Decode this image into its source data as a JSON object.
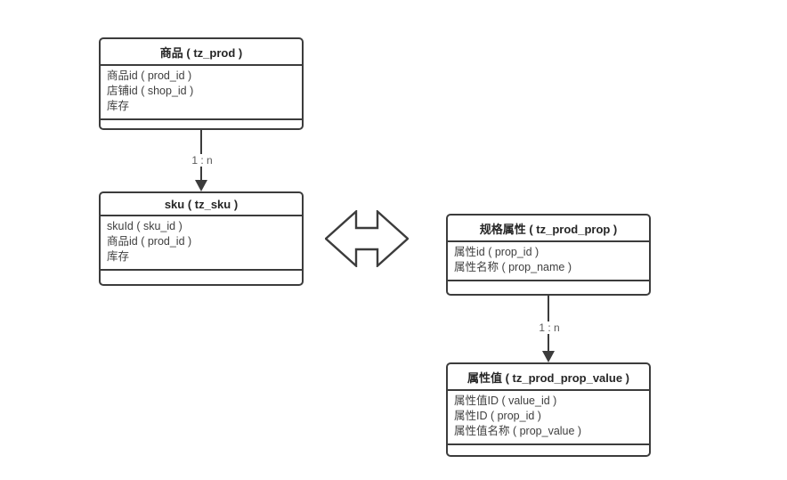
{
  "diagram": {
    "type": "entity-relationship",
    "background": "#ffffff",
    "colors": {
      "box_border": "#3c3c3c",
      "title_text": "#262626",
      "field_text": "#3f3f3f",
      "relation_label_text": "#595959",
      "arrow_fill": "#ffffff"
    }
  },
  "entities": [
    {
      "id": "prod",
      "title": "商品 ( tz_prod )",
      "fields": [
        "商品id ( prod_id )",
        "店铺id ( shop_id )",
        "库存"
      ]
    },
    {
      "id": "sku",
      "title": "sku ( tz_sku )",
      "fields": [
        "skuId ( sku_id )",
        "商品id ( prod_id )",
        "库存"
      ]
    },
    {
      "id": "prod_prop",
      "title": "规格属性 ( tz_prod_prop )",
      "fields": [
        "属性id ( prop_id )",
        "属性名称 ( prop_name )"
      ]
    },
    {
      "id": "prop_value",
      "title": "属性值 ( tz_prod_prop_value )",
      "fields": [
        "属性值ID ( value_id )",
        "属性ID ( prop_id )",
        "属性值名称 ( prop_value )"
      ]
    }
  ],
  "relations": [
    {
      "from": "prod",
      "to": "sku",
      "label": "1 : n"
    },
    {
      "from": "prod_prop",
      "to": "prop_value",
      "label": "1 : n"
    }
  ]
}
